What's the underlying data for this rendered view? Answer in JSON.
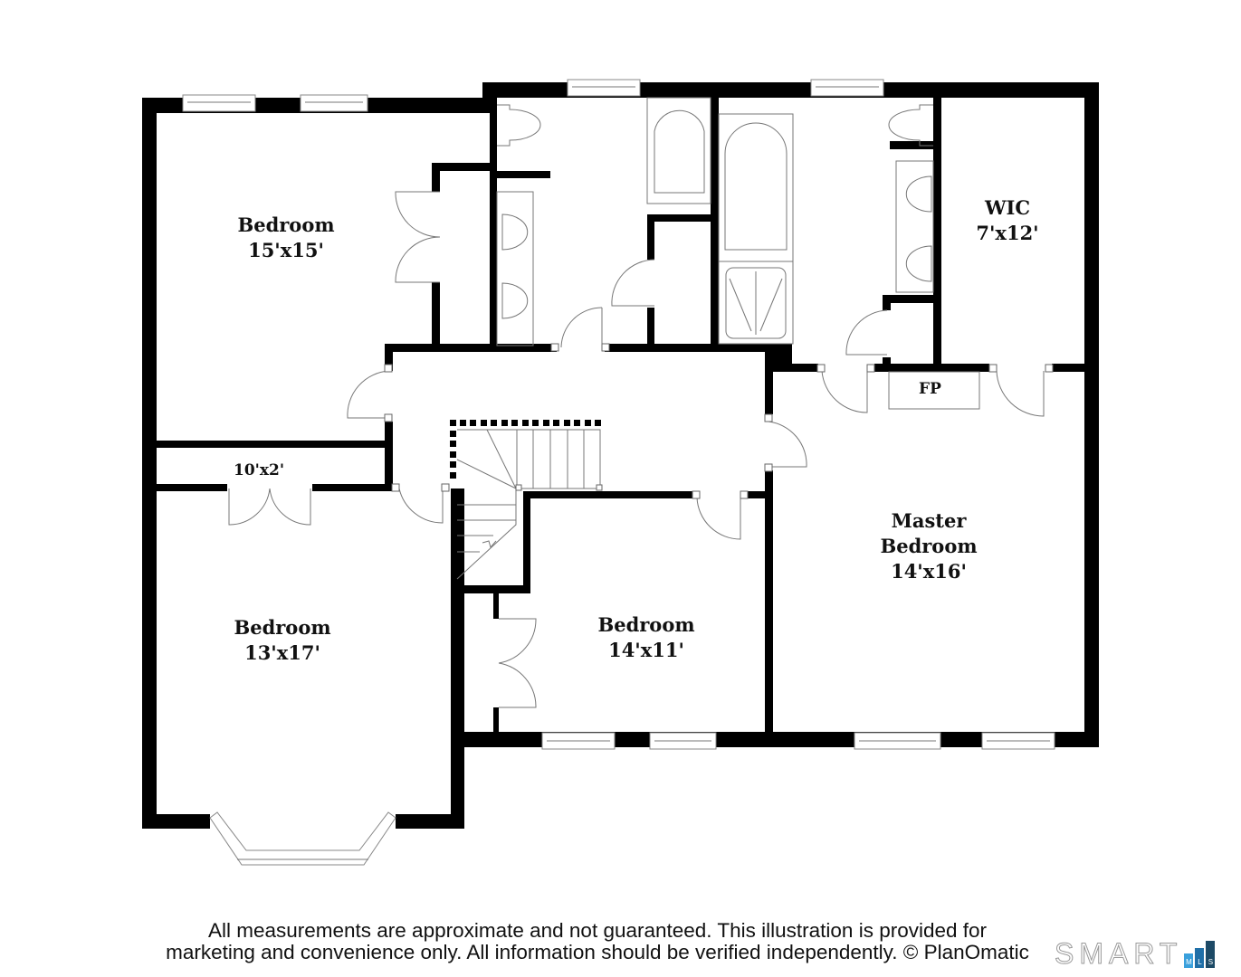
{
  "floorplan": {
    "rooms": [
      {
        "id": "bedroom-1",
        "name": "Bedroom",
        "dimensions": "15'x15'"
      },
      {
        "id": "closet-hall",
        "name": "",
        "dimensions": "10'x2'"
      },
      {
        "id": "bedroom-2",
        "name": "Bedroom",
        "dimensions": "13'x17'"
      },
      {
        "id": "bedroom-3",
        "name": "Bedroom",
        "dimensions": "14'x11'"
      },
      {
        "id": "master-bedroom",
        "name_line1": "Master",
        "name_line2": "Bedroom",
        "dimensions": "14'x16'"
      },
      {
        "id": "wic",
        "name": "WIC",
        "dimensions": "7'x12'"
      },
      {
        "id": "fireplace",
        "name": "FP"
      }
    ]
  },
  "footer": {
    "disclaimer_line1": "All measurements are approximate and not guaranteed. This illustration is provided for",
    "disclaimer_line2": "marketing and convenience only. All information should be verified independently. © PlanOmatic"
  },
  "logo": {
    "letters": "SMART",
    "bars": [
      "M",
      "L",
      "S"
    ],
    "bar_colors": [
      "#3aa0dc",
      "#1f6fa8",
      "#1d4a66"
    ]
  }
}
